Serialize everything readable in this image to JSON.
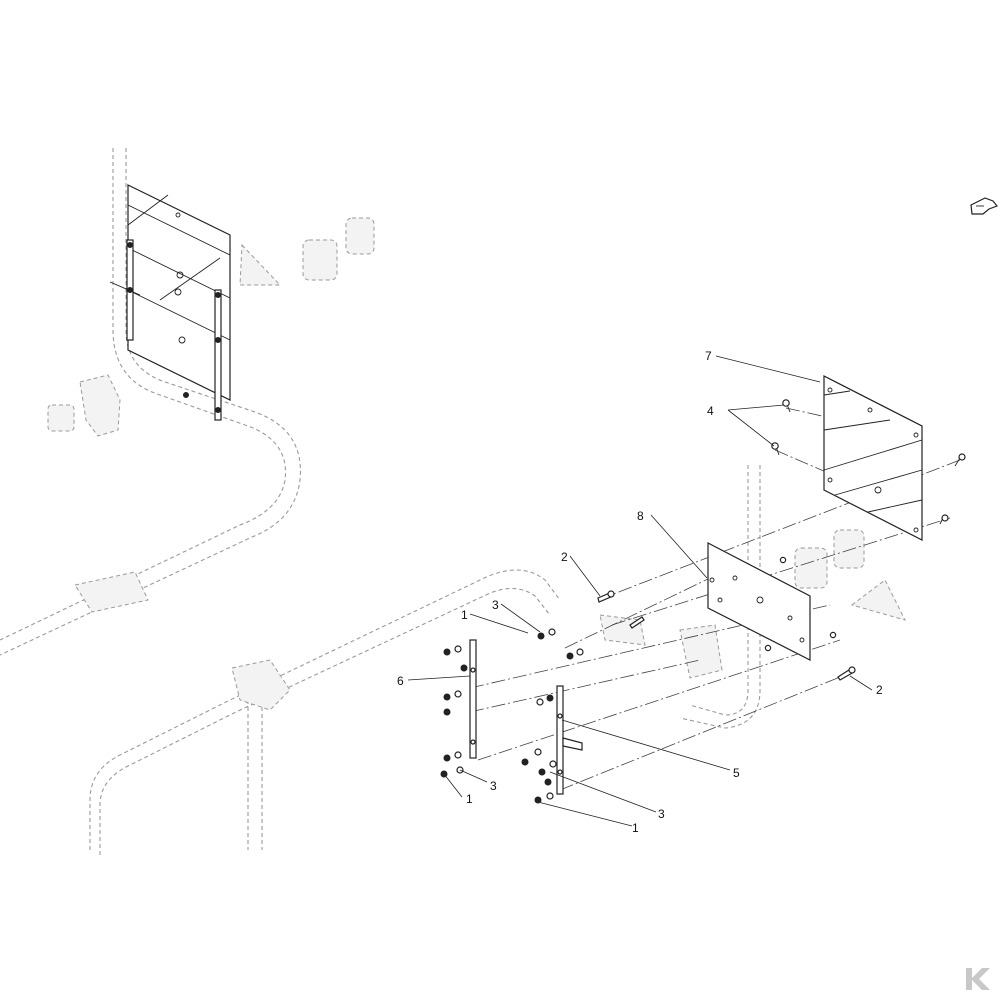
{
  "diagram": {
    "callouts": [
      {
        "id": "c7",
        "label": "7"
      },
      {
        "id": "c4",
        "label": "4"
      },
      {
        "id": "c8",
        "label": "8"
      },
      {
        "id": "c2a",
        "label": "2"
      },
      {
        "id": "c2b",
        "label": "2"
      },
      {
        "id": "c3a",
        "label": "3"
      },
      {
        "id": "c1a",
        "label": "1"
      },
      {
        "id": "c6",
        "label": "6"
      },
      {
        "id": "c3b",
        "label": "3"
      },
      {
        "id": "c1b",
        "label": "1"
      },
      {
        "id": "c5",
        "label": "5"
      },
      {
        "id": "c3c",
        "label": "3"
      },
      {
        "id": "c1c",
        "label": "1"
      }
    ]
  },
  "icons": {
    "nav_arrow": "hand-pointer-arrow-icon",
    "brand_logo": "k-logo-icon"
  }
}
